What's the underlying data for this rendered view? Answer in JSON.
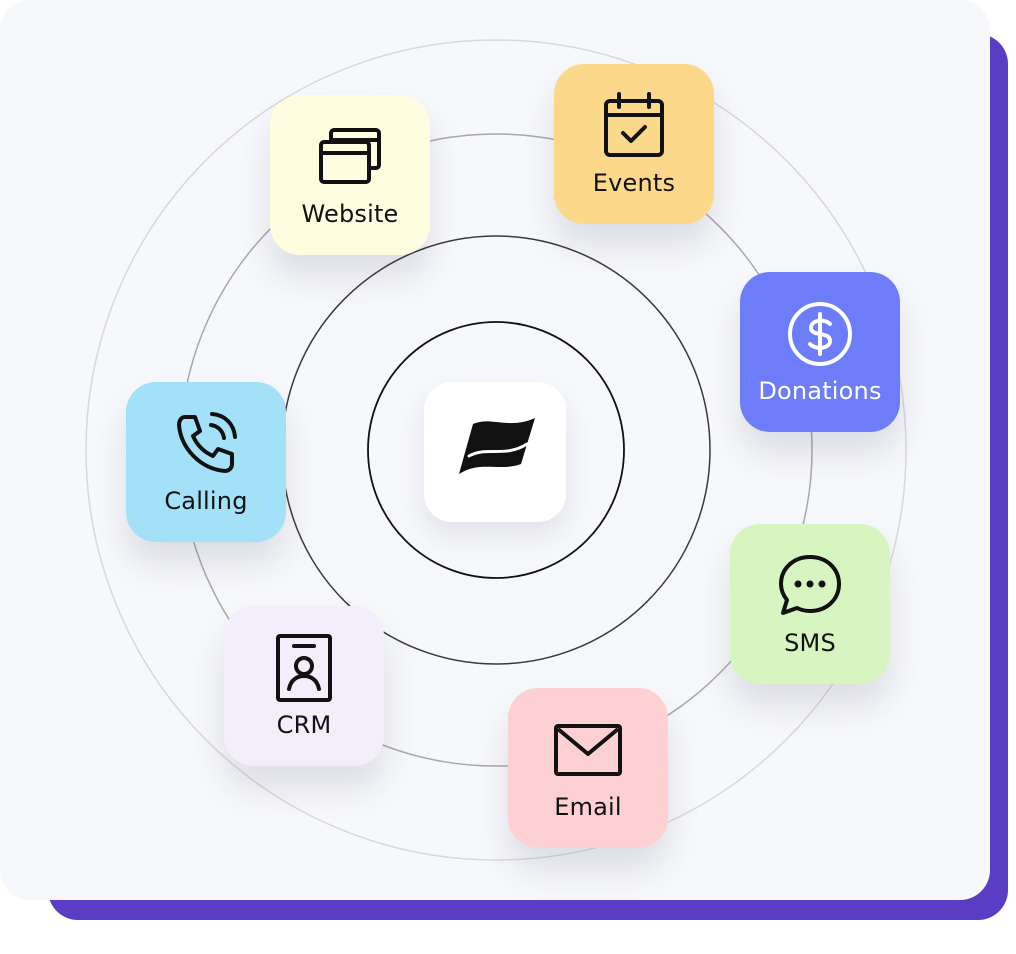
{
  "hub": {
    "logo_icon": "flag-logo-icon"
  },
  "channels": [
    {
      "key": "website",
      "label": "Website",
      "icon": "browser-windows-icon",
      "color": "#fefde0",
      "label_color": "#111111"
    },
    {
      "key": "events",
      "label": "Events",
      "icon": "calendar-check-icon",
      "color": "#fcd98a",
      "label_color": "#111111"
    },
    {
      "key": "donations",
      "label": "Donations",
      "icon": "dollar-circle-icon",
      "color": "#6d7cf9",
      "label_color": "#ffffff"
    },
    {
      "key": "sms",
      "label": "SMS",
      "icon": "chat-bubble-icon",
      "color": "#d6f5c0",
      "label_color": "#111111"
    },
    {
      "key": "email",
      "label": "Email",
      "icon": "envelope-icon",
      "color": "#fdd1d3",
      "label_color": "#111111"
    },
    {
      "key": "crm",
      "label": "CRM",
      "icon": "contact-card-icon",
      "color": "#f4eefc",
      "label_color": "#111111"
    },
    {
      "key": "calling",
      "label": "Calling",
      "icon": "phone-call-icon",
      "color": "#a3e1f8",
      "label_color": "#111111"
    }
  ],
  "colors": {
    "card_background": "#f7f8fb",
    "accent_backing": "#5b3cc4",
    "ring_outer": "#d8d8dc",
    "ring_middle": "#a8a8ae",
    "ring_inner": "#3a3a3e",
    "ring_core": "#111111"
  }
}
